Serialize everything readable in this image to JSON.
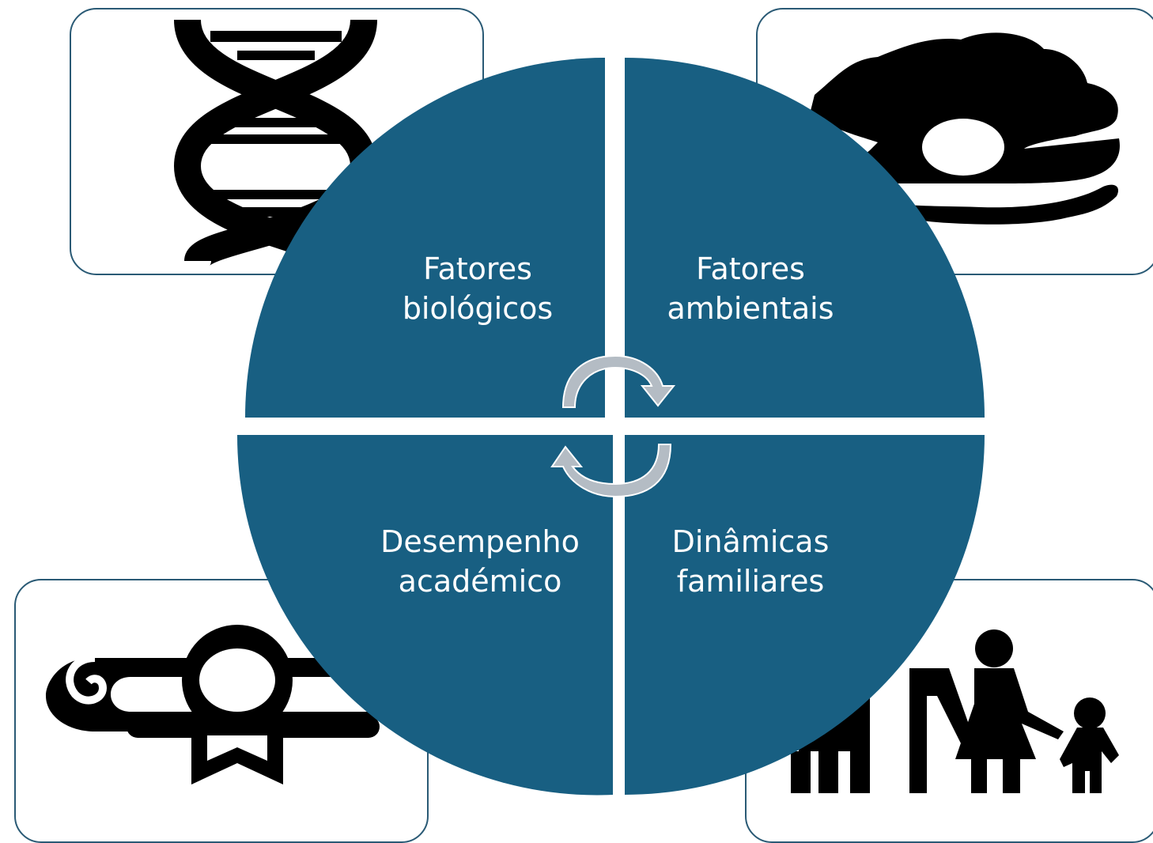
{
  "diagram": {
    "quadrants": [
      {
        "id": "top-left",
        "lines": [
          "Fatores",
          "biológicos"
        ]
      },
      {
        "id": "top-right",
        "lines": [
          "Fatores",
          "ambientais"
        ]
      },
      {
        "id": "bottom-left",
        "lines": [
          "Desempenho",
          "académico"
        ]
      },
      {
        "id": "bottom-right",
        "lines": [
          "Dinâmicas",
          "familiares"
        ]
      }
    ],
    "icons": {
      "top_left": "dna-icon",
      "top_right": "oyster-pearl-icon",
      "bottom_left": "diploma-icon",
      "bottom_right": "family-icon"
    },
    "colors": {
      "quadrant_fill": "#185f82",
      "box_border": "#2a5a75",
      "arrow_fill": "#b4bcc4",
      "icon_fill": "#000000"
    }
  }
}
